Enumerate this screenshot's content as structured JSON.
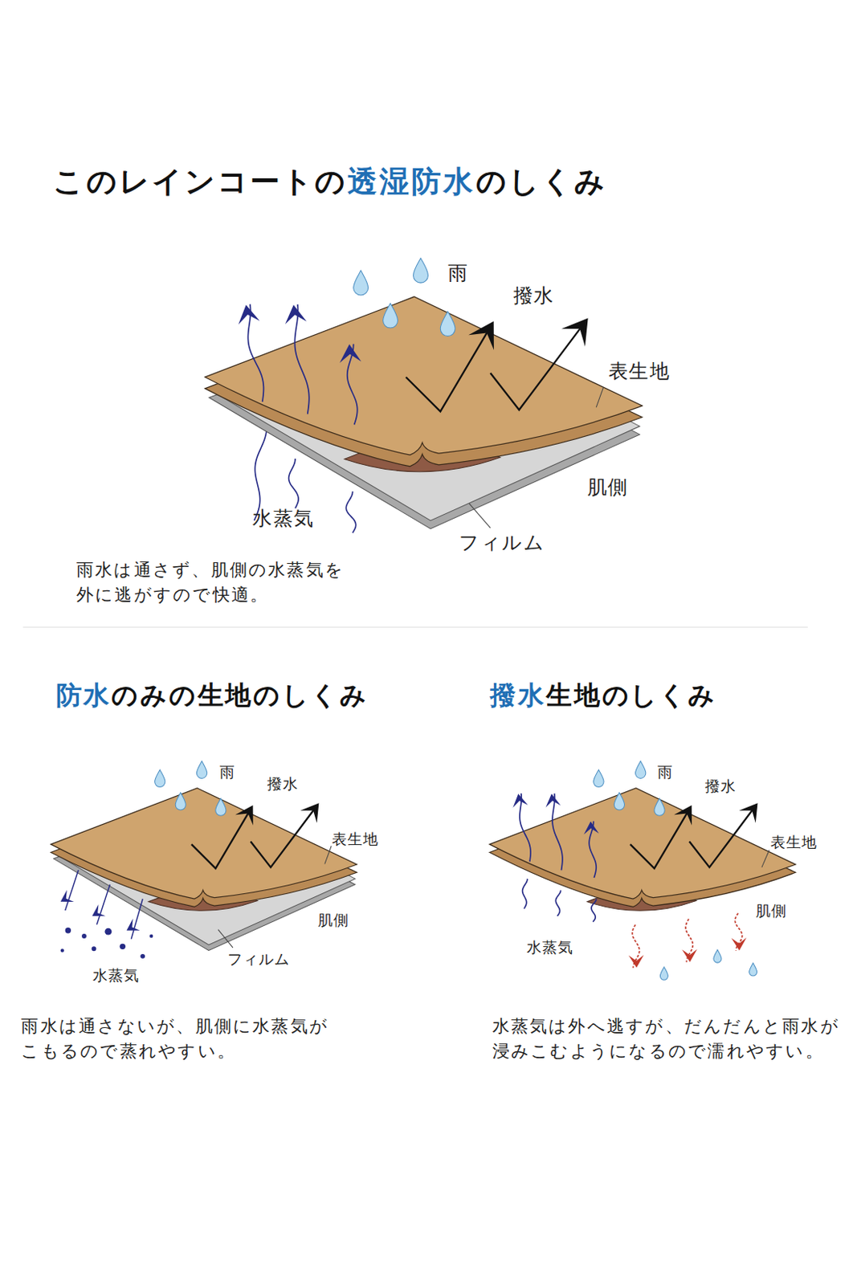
{
  "diagram": {
    "title": "このレインコートの透湿防水のしくみ",
    "labels": [
      "雨",
      "撥水",
      "表生地",
      "肌側",
      "水蒸気",
      "フィルム",
      "雨水は通さず、肌側の水蒸気を 外に逃がすので快適。",
      "防水のみの生地のしくみ",
      "雨",
      "撥水",
      "表生地",
      "肌側",
      "フィルム",
      "水蒸気",
      "雨水は通さないが、肌側に水蒸気が こもるので蒸れやすい。",
      "撥水生地のしくみ",
      "雨",
      "撥水",
      "表生地",
      "肌側",
      "水蒸気",
      "水蒸気は外へ逃すが、だんだんと雨水が 浸みこむようになるので濡れやすい。"
    ]
  }
}
